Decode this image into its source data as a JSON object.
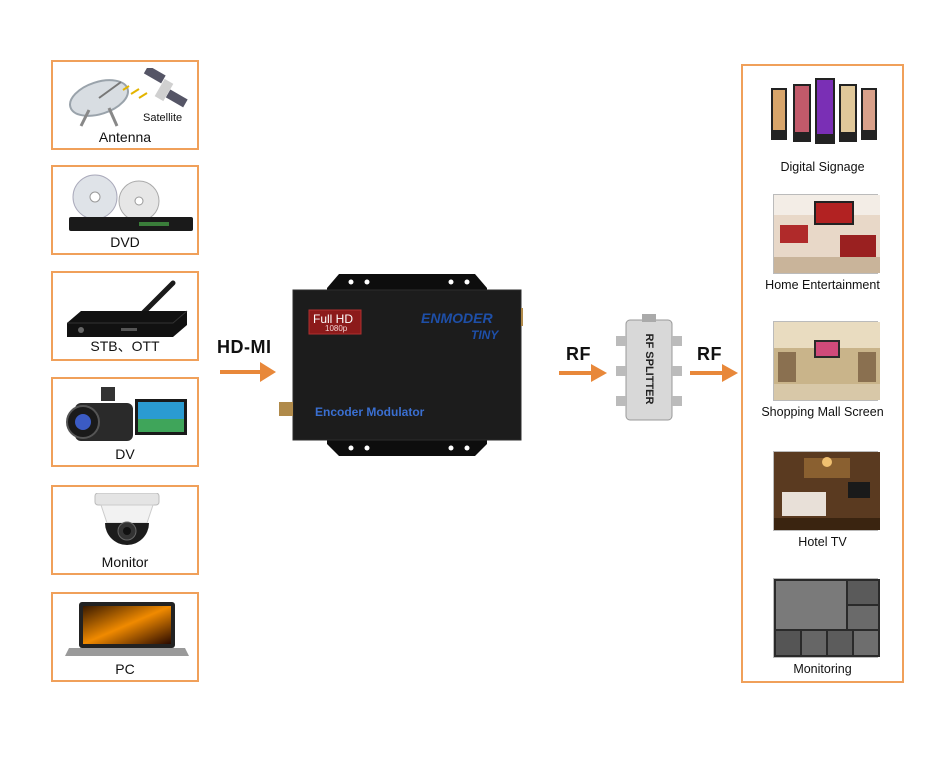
{
  "sources": [
    {
      "name": "antenna",
      "label": "Antenna",
      "sub": "Satellite"
    },
    {
      "name": "dvd",
      "label": "DVD"
    },
    {
      "name": "stb",
      "label": "STB、OTT"
    },
    {
      "name": "dv",
      "label": "DV"
    },
    {
      "name": "monitor",
      "label": "Monitor"
    },
    {
      "name": "pc",
      "label": "PC"
    }
  ],
  "links": {
    "hdmi": "HD-MI",
    "rf1": "RF",
    "rf2": "RF"
  },
  "device": {
    "badge_line1": "Full HD",
    "badge_line2": "1080p",
    "brand_line1": "ENMODER",
    "brand_line2": "TINY",
    "model": "Encoder Modulator"
  },
  "splitter": {
    "label": "RF SPLITTER"
  },
  "outputs": [
    {
      "name": "digital-signage",
      "label": "Digital Signage"
    },
    {
      "name": "home-entertainment",
      "label": "Home Entertainment"
    },
    {
      "name": "shopping-mall-screen",
      "label": "Shopping Mall Screen"
    },
    {
      "name": "hotel-tv",
      "label": "Hotel TV"
    },
    {
      "name": "monitoring",
      "label": "Monitoring"
    }
  ],
  "colors": {
    "accent": "#f0a05a",
    "arrow": "#e8883a",
    "device": "#1c1c1c",
    "brand": "#1e4fa8",
    "badge": "#8c1a1a"
  }
}
